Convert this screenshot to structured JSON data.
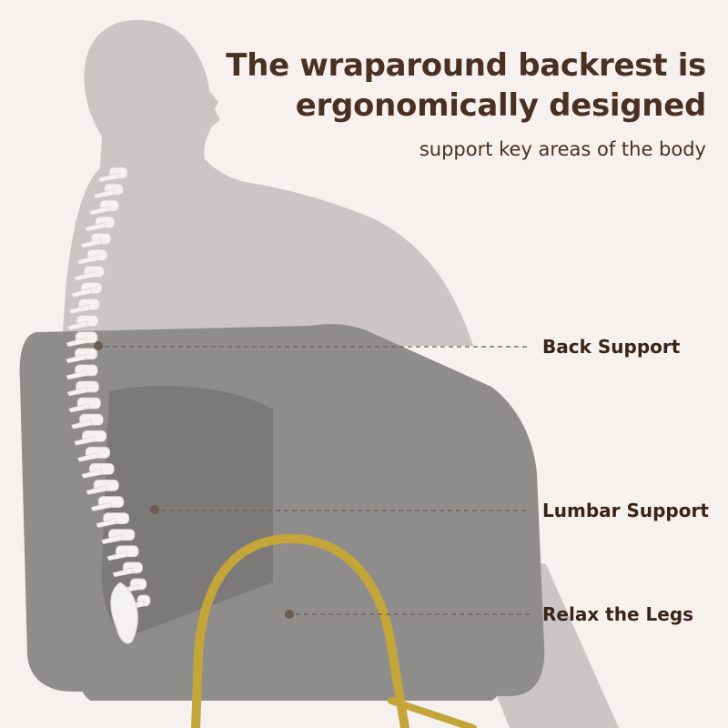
{
  "headline": {
    "line1": "The wraparound backrest is",
    "line2": "ergonomically designed"
  },
  "subtitle": "support key areas of the body",
  "callouts": [
    {
      "id": "back",
      "label": "Back Support"
    },
    {
      "id": "lumbar",
      "label": "Lumbar Support"
    },
    {
      "id": "legs",
      "label": "Relax the Legs"
    }
  ],
  "colors": {
    "background": "#f6f1ee",
    "headline": "#4a3021",
    "subtitle": "#4a3021",
    "callout_text": "#3a2418",
    "callout_line": "#6e5a50",
    "silhouette": "#c9c6c5",
    "chair_fabric": "#8f8d8c",
    "chair_shadow": "#7c7a79",
    "frame_gold": "#c4a53a",
    "spine": "#f4f2f0"
  },
  "icons": {
    "person": "seated-person-silhouette",
    "spine": "spine-illustration",
    "chair": "armchair-illustration",
    "frame": "gold-frame"
  }
}
